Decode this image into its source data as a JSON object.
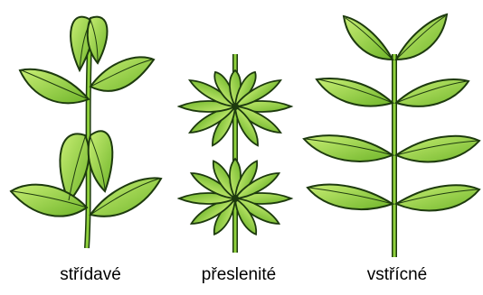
{
  "figures": [
    {
      "id": "alternate",
      "label": "střídavé"
    },
    {
      "id": "whorled",
      "label": "přeslenité"
    },
    {
      "id": "opposite",
      "label": "vstřícné"
    }
  ],
  "colors": {
    "leaf_fill": "#8ccf3a",
    "leaf_light": "#c8ee74",
    "leaf_outline": "#1d3a0e",
    "stem": "#6aa62b"
  }
}
